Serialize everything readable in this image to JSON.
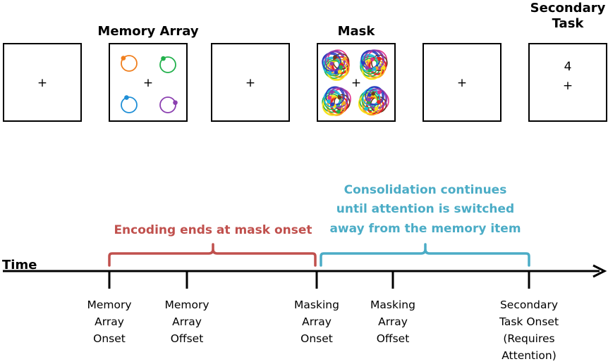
{
  "frames": [
    {
      "title": [],
      "fixation": "+",
      "content": "blank"
    },
    {
      "title": [
        "Memory Array"
      ],
      "fixation": "+",
      "content": "memory-array"
    },
    {
      "title": [],
      "fixation": "+",
      "content": "blank"
    },
    {
      "title": [
        "Mask"
      ],
      "fixation": "+",
      "content": "mask"
    },
    {
      "title": [],
      "fixation": "+",
      "content": "blank"
    },
    {
      "title": [
        "Secondary",
        "Task"
      ],
      "fixation": "+",
      "content": "digit",
      "digit": "4"
    }
  ],
  "memory_colors": [
    "#f07f1e",
    "#22b14c",
    "#1f8fd6",
    "#8b3fb0"
  ],
  "mask_colors": [
    "#e8231f",
    "#f5a623",
    "#f7e21b",
    "#22b14c",
    "#1fb8d6",
    "#2a3fbf",
    "#8b3fb0",
    "#e0308a",
    "#6a3a1a"
  ],
  "timeline": {
    "time_label": "Time",
    "brackets": [
      {
        "label": [
          "Encoding ends at mask onset"
        ],
        "color": "#c0504d"
      },
      {
        "label": [
          "Consolidation continues",
          "until attention is switched",
          "away from the memory item"
        ],
        "color": "#4bacc6"
      }
    ],
    "ticks": [
      {
        "label": [
          "Memory",
          "Array",
          "Onset"
        ]
      },
      {
        "label": [
          "Memory",
          "Array",
          "Offset"
        ]
      },
      {
        "label": [
          "Masking",
          "Array",
          "Onset"
        ]
      },
      {
        "label": [
          "Masking",
          "Array",
          "Offset"
        ]
      },
      {
        "label": [
          "Secondary",
          "Task Onset",
          "(Requires",
          "Attention)"
        ]
      }
    ]
  }
}
